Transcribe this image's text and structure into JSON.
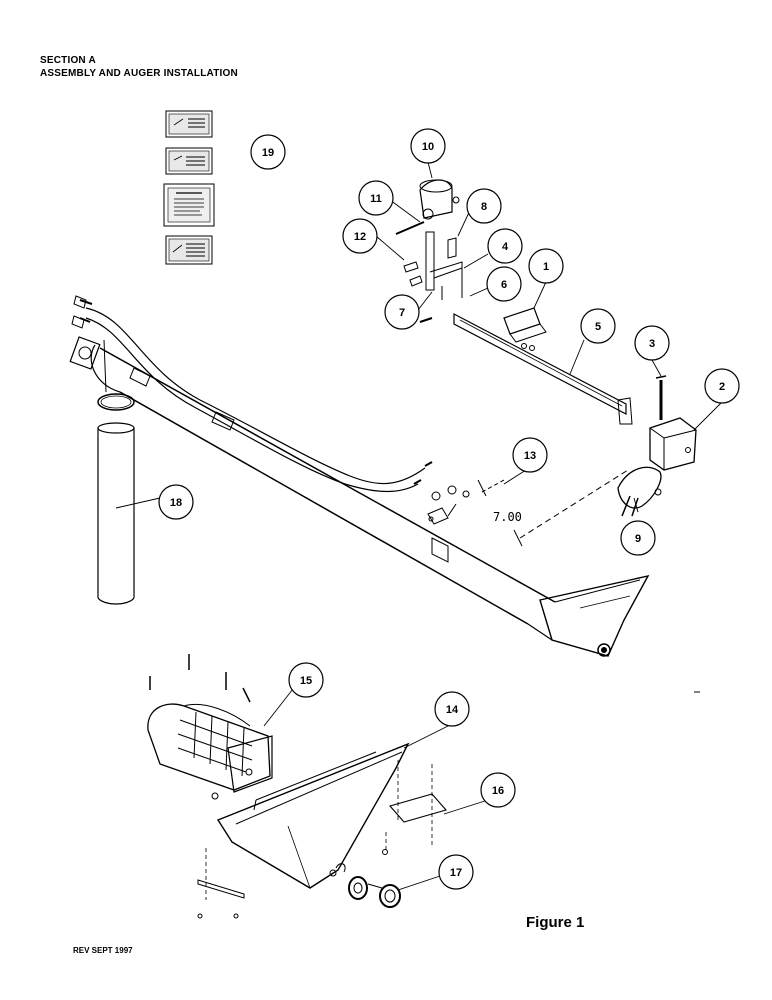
{
  "header": {
    "section": "SECTION A",
    "subtitle": "ASSEMBLY AND AUGER INSTALLATION"
  },
  "figure_caption": "Figure 1",
  "revision": "REV SEPT 1997",
  "dimension_label": "7.00",
  "callouts": [
    "1",
    "2",
    "3",
    "4",
    "5",
    "6",
    "7",
    "8",
    "9",
    "10",
    "11",
    "12",
    "13",
    "14",
    "15",
    "16",
    "17",
    "18",
    "19"
  ]
}
